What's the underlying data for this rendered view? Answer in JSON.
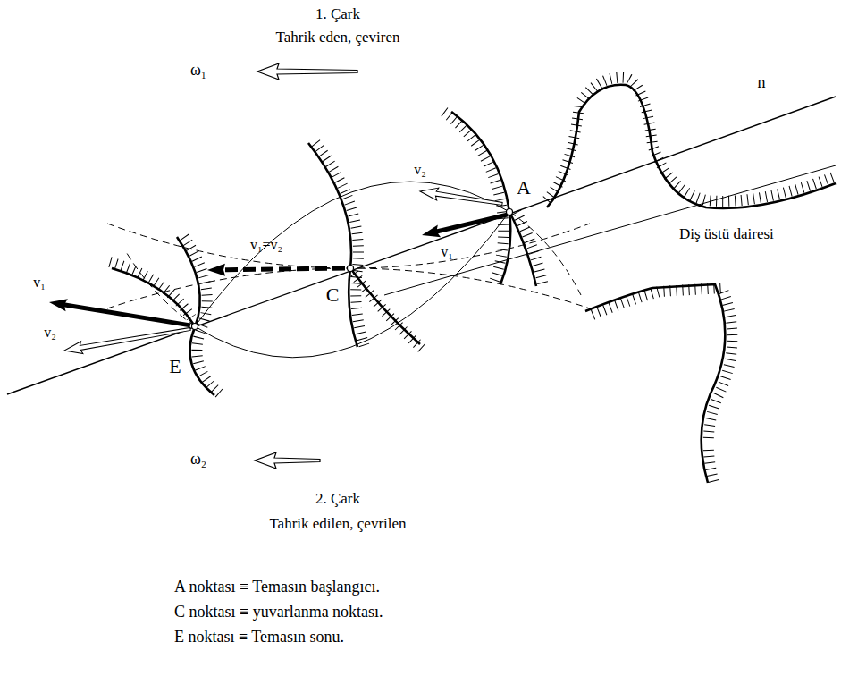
{
  "diagram": {
    "labels": [
      "1. Çark",
      "Tahrik eden, çeviren",
      "ω₁",
      "n",
      "v₂",
      "A",
      "v₁",
      "Diş üstü dairesi",
      "v₁=v₂",
      "v₁",
      "C",
      "v₂",
      "E",
      "ω₂",
      "2. Çark",
      "Tahrik edilen, çevrilen",
      "A noktası ≡ Temasın başlangıcı.",
      "C noktası ≡ yuvarlanma noktası.",
      "E noktası ≡ Temasın sonu."
    ]
  }
}
